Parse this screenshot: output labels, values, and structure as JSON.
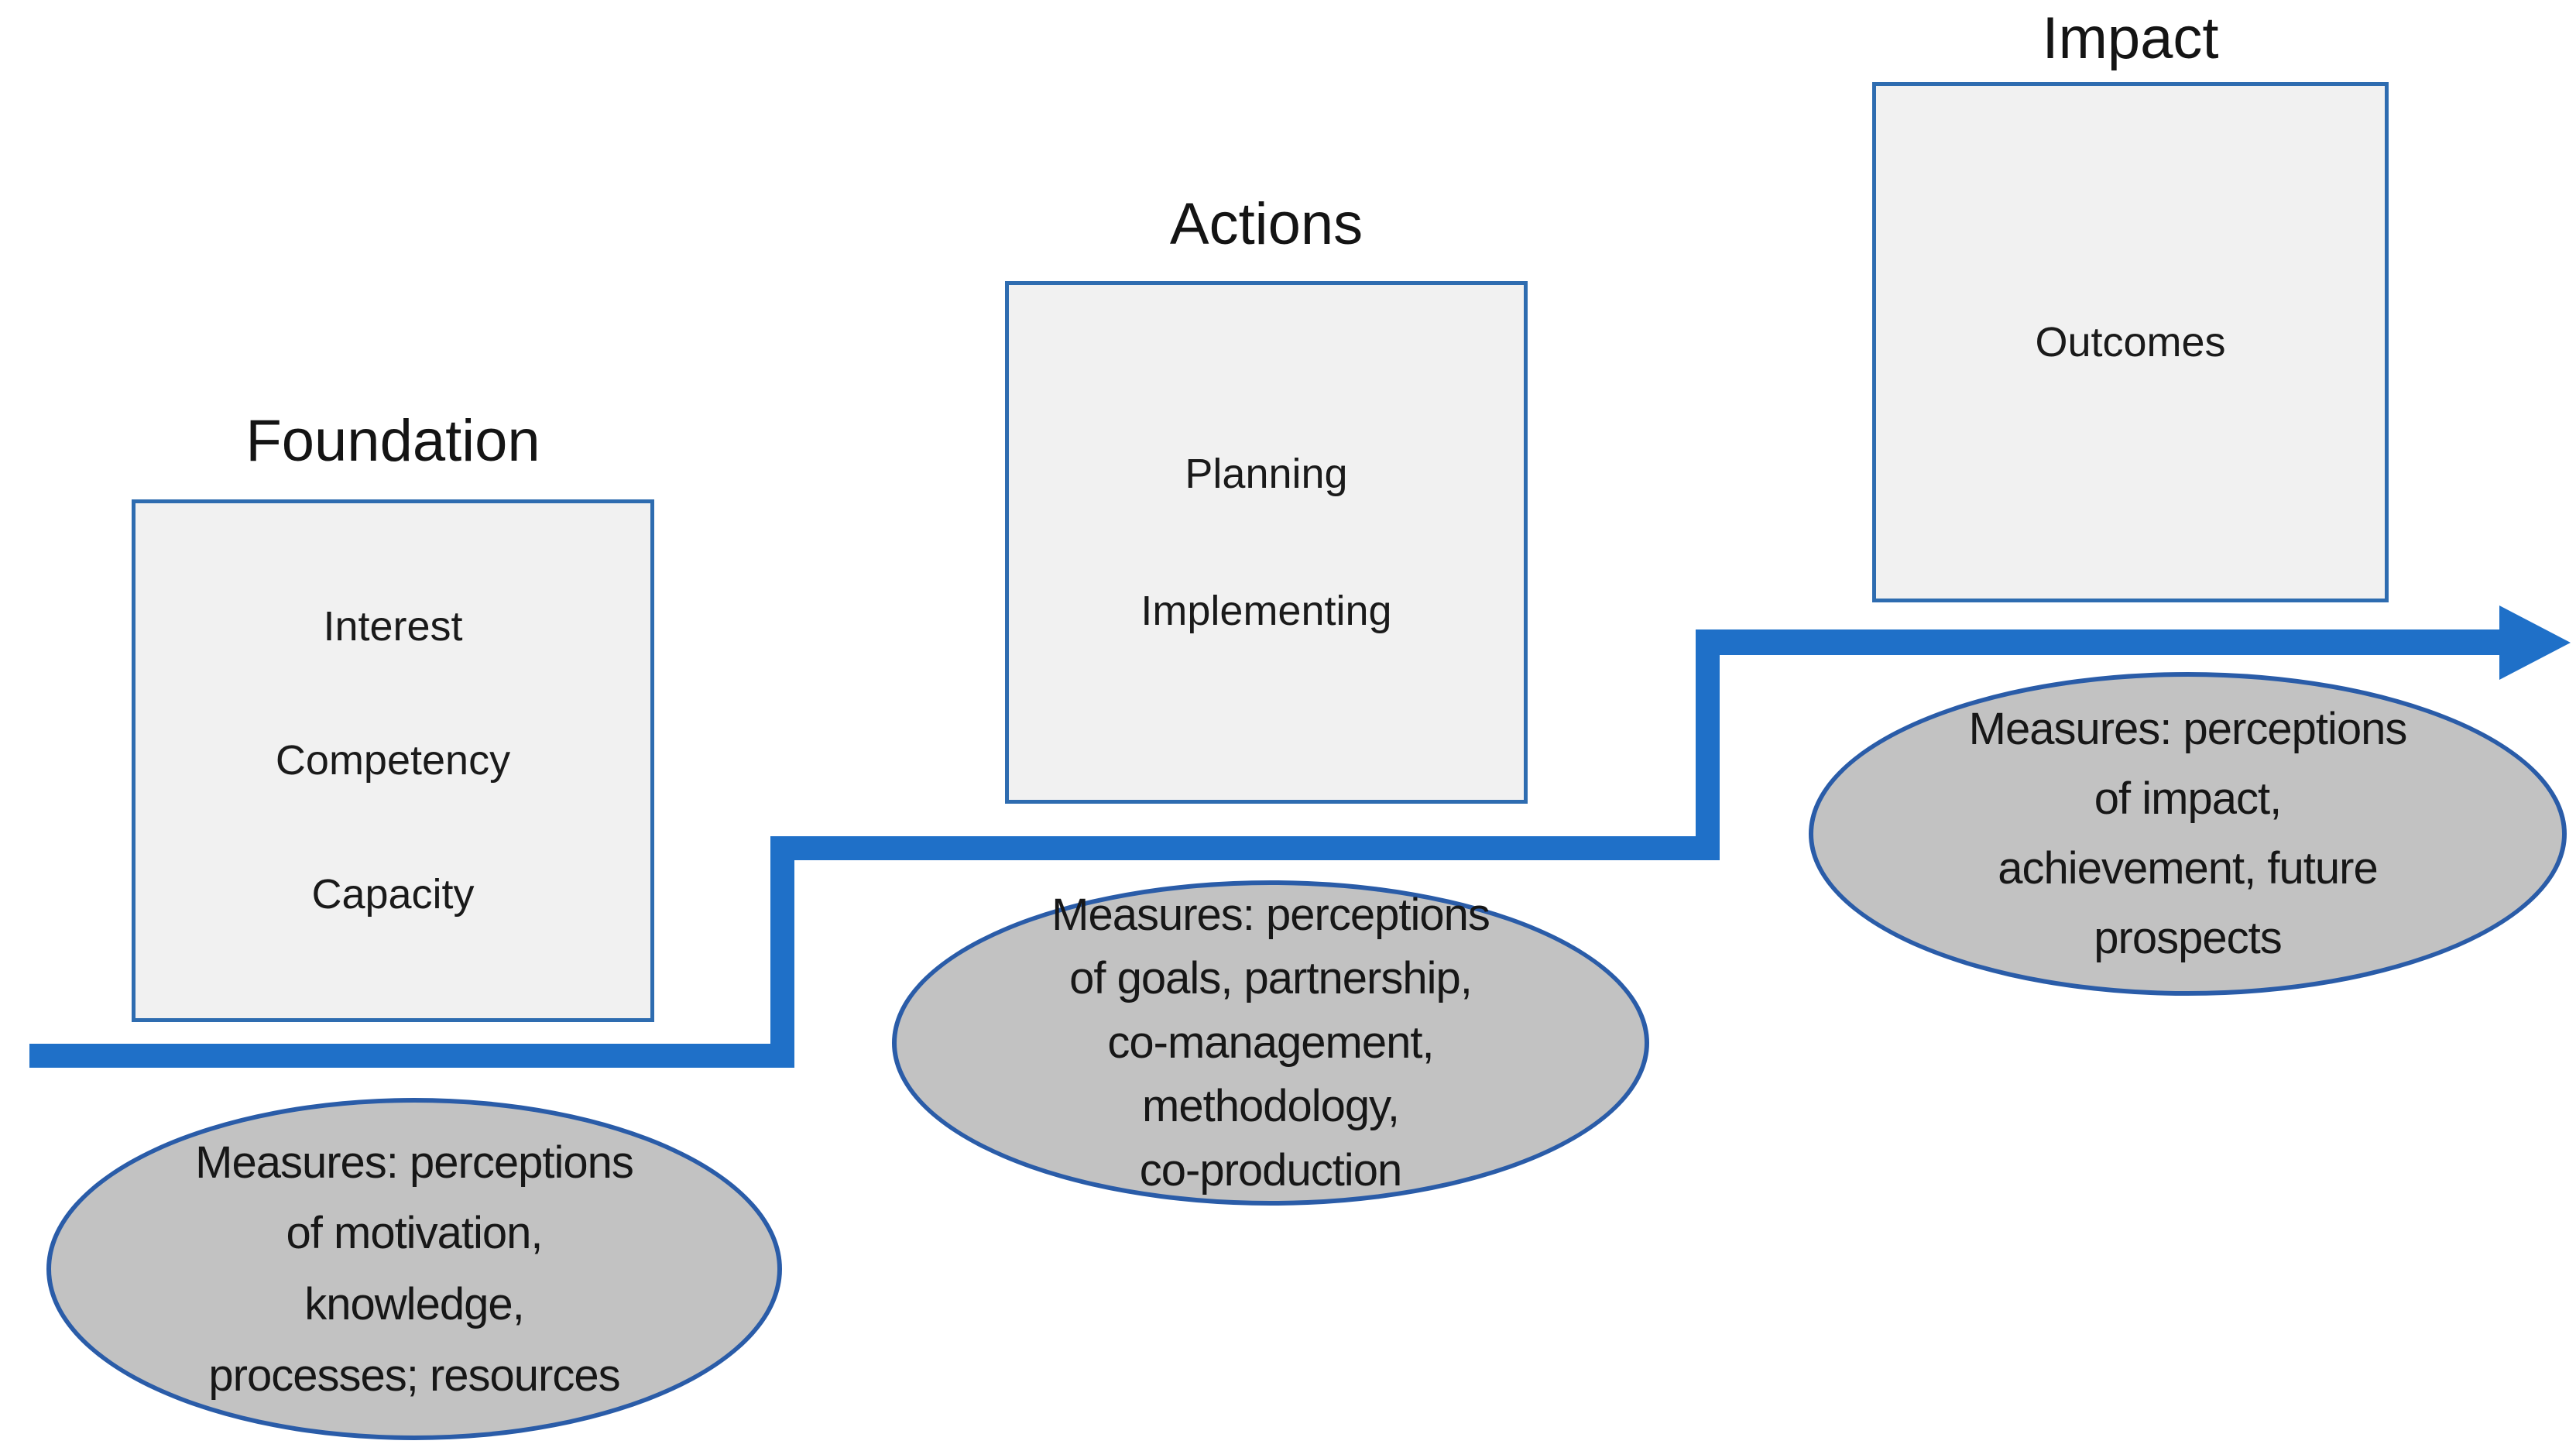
{
  "colors": {
    "arrow": "#1f70c8",
    "box_border": "#2e6cb0",
    "box_fill": "#f1f1f1",
    "ellipse_border": "#2a5ca8",
    "ellipse_fill": "#c2c2c2",
    "text": "#1a1a1a"
  },
  "arrow": {
    "type": "stepped-right-arrow",
    "description": "blue staircase arrow rising left to right through the three stages"
  },
  "stages": [
    {
      "title": "Foundation",
      "box_lines": [
        "Interest",
        "Competency",
        "Capacity"
      ],
      "measure_lines": [
        "Measures: perceptions",
        "of motivation,",
        "knowledge,",
        "processes; resources"
      ]
    },
    {
      "title": "Actions",
      "box_lines": [
        "Planning",
        "Implementing"
      ],
      "measure_lines": [
        "Measures: perceptions",
        "of goals, partnership,",
        "co-management,",
        "methodology,",
        "co-production"
      ]
    },
    {
      "title": "Impact",
      "box_lines": [
        "Outcomes"
      ],
      "measure_lines": [
        "Measures: perceptions",
        "of impact,",
        "achievement, future",
        "prospects"
      ]
    }
  ]
}
